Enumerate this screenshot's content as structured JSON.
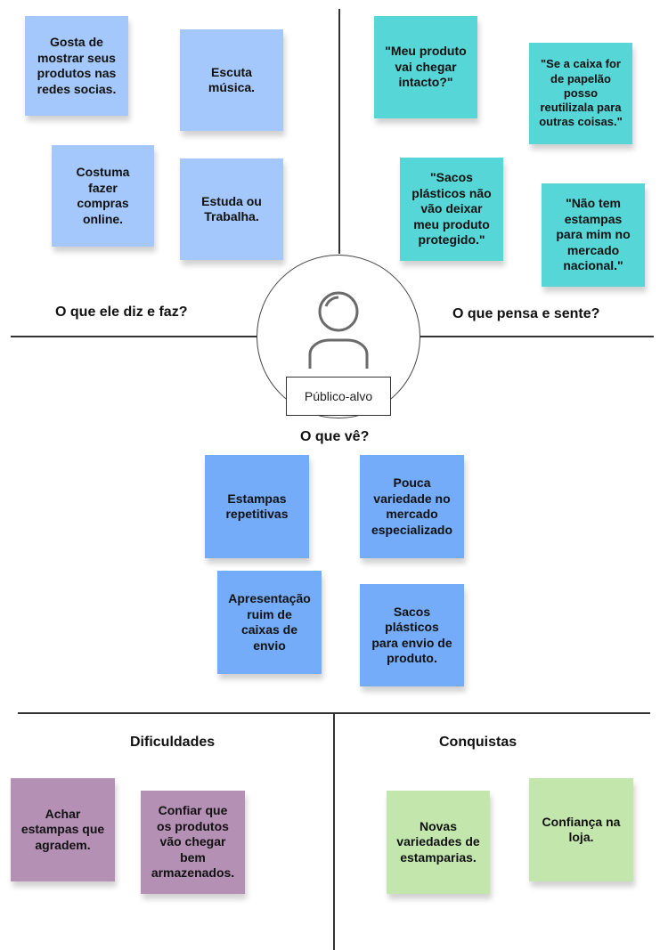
{
  "center": {
    "label": "Público-alvo",
    "icon": "person-icon"
  },
  "quadrants": {
    "says_does": {
      "heading": "O que ele diz e faz?",
      "notes": [
        "Gosta de\nmostrar seus\nprodutos nas\nredes socias.",
        "Escuta\nmúsica.",
        "Costuma\nfazer\ncompras\nonline.",
        "Estuda ou\nTrabalha."
      ]
    },
    "thinks_feels": {
      "heading": "O que pensa e sente?",
      "notes": [
        "\"Meu produto\nvai chegar\nintacto?\"",
        "\"Se a caixa for\nde papelão\nposso\nreutilizala para\noutras coisas.\"",
        "\"Sacos\nplásticos não\nvão deixar\nmeu produto\nprotegido.\"",
        "\"Não tem\nestampas\npara  mim no\nmercado\nnacional.\""
      ]
    },
    "sees": {
      "heading": "O que vê?",
      "notes": [
        "Estampas\nrepetitivas",
        "Pouca\nvariedade no\nmercado\nespecializado",
        "Apresentação\nruim de\ncaixas de\nenvio",
        "Sacos\nplásticos\npara envio de\nproduto."
      ]
    },
    "pains": {
      "heading": "Dificuldades",
      "notes": [
        "Achar\nestampas que\nagradem.",
        "Confiar que\nos produtos\nvão chegar\nbem\narmazenados."
      ]
    },
    "gains": {
      "heading": "Conquistas",
      "notes": [
        "Novas\nvariedades de\nestamparias.",
        "Confiança na\nloja."
      ]
    }
  },
  "colors": {
    "says_does": "#a4c8fb",
    "thinks_feels": "#56d6d6",
    "sees": "#74acfa",
    "pains": "#b490b4",
    "gains": "#c3e6ad"
  }
}
